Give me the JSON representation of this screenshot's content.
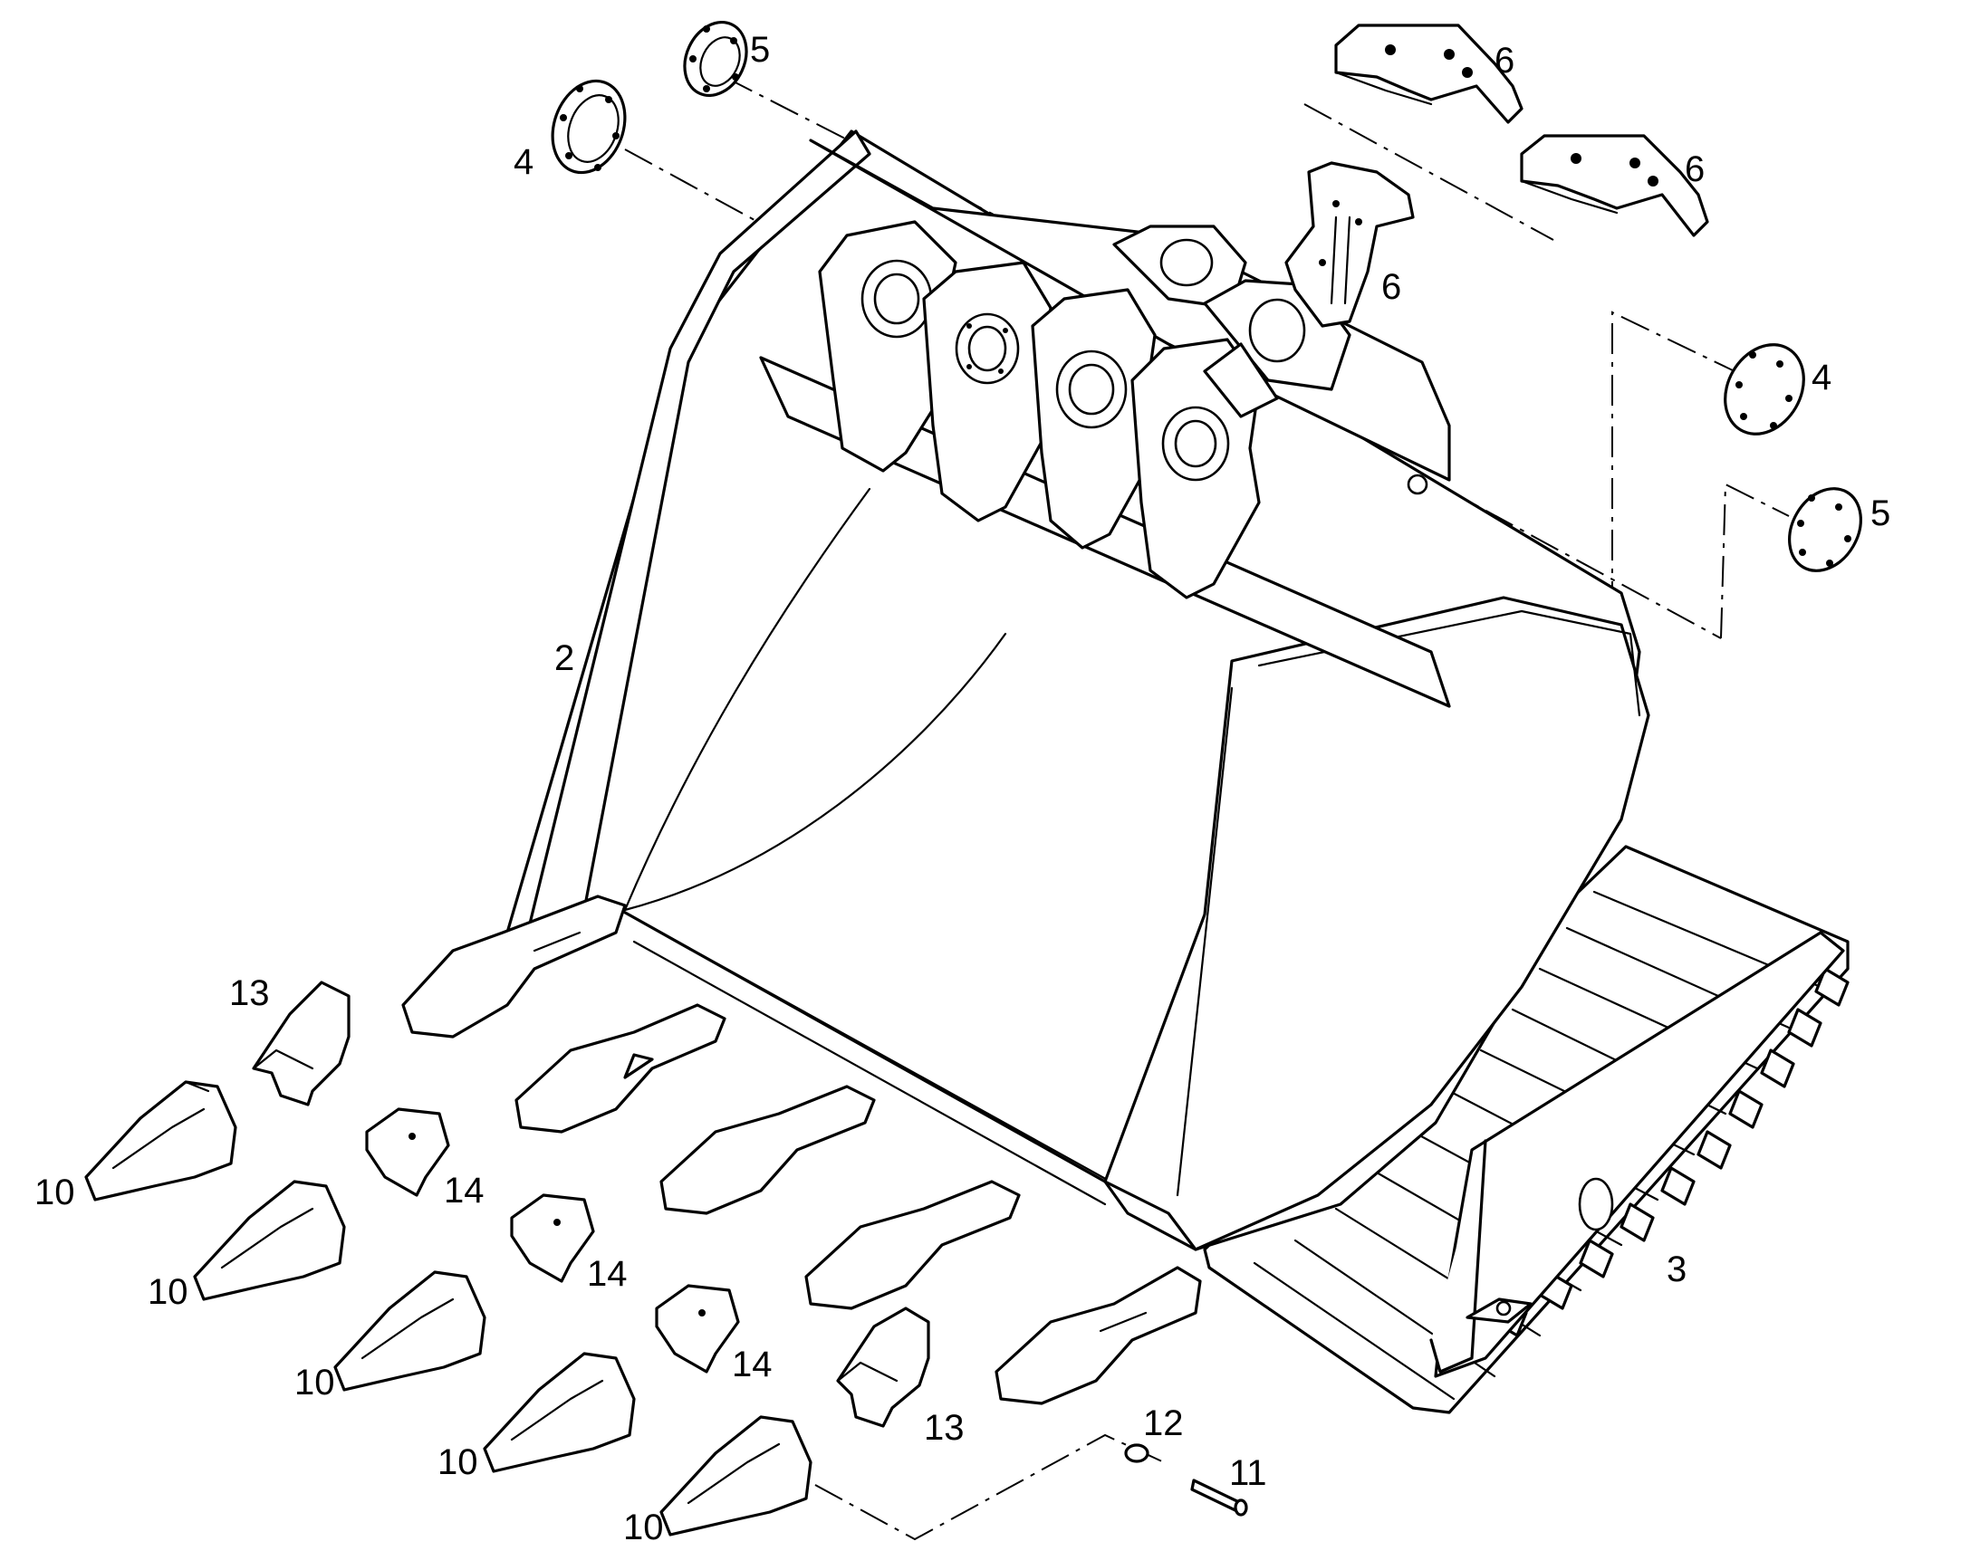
{
  "colors": {
    "line": "#000000",
    "background": "#ffffff"
  },
  "callouts": {
    "c2": "2",
    "c3": "3",
    "c4a": "4",
    "c4b": "4",
    "c5a": "5",
    "c5b": "5",
    "c6a": "6",
    "c6b": "6",
    "c6c": "6",
    "c10a": "10",
    "c10b": "10",
    "c10c": "10",
    "c10d": "10",
    "c10e": "10",
    "c11": "11",
    "c12": "12",
    "c13a": "13",
    "c13b": "13",
    "c14a": "14",
    "c14b": "14",
    "c14c": "14"
  }
}
